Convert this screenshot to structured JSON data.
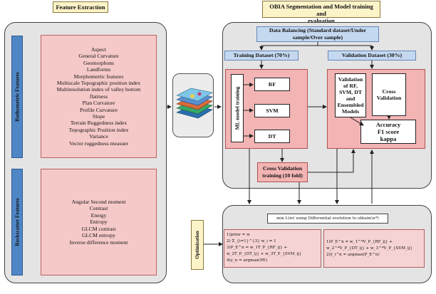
{
  "left": {
    "title": "Feature Extraction",
    "bathymetric_label": "Bathymetric Features",
    "bathymetric_items": [
      "Aspect",
      "General Curvature",
      "Geomorphons",
      "Landforms",
      "Morphometric features",
      "Multiscale Topographic position index",
      "Multiresolution index of valley bottom",
      "flattness",
      "Plan Curvature",
      "Profile Curvature",
      "Slope",
      "Terrain Ruggedness index",
      "Topographic Position index",
      "Variance",
      "Vector ruggedness measuer"
    ],
    "backscatter_label": "Backscatter Features",
    "backscatter_items": [
      "Angular Second moment",
      "Contrast",
      "Energy",
      "Entropy",
      "GLCM contrast",
      "GLCM entropy",
      "Inverse difference moment"
    ]
  },
  "right": {
    "title_line1": "OBIA Segmentation and Model training and",
    "title_line2": "evaluation",
    "balancing_line1": "Data Balancing (Standard dataset/Under",
    "balancing_line2": "sample/Over sample)",
    "training_dataset": "Training Dataset (70%)",
    "validation_dataset": "Validation Dataset (30%)",
    "ml_training": "ML model training",
    "models": [
      "RF",
      "SVM",
      "DT"
    ],
    "validation_models": [
      "Validation",
      "of RF,",
      "SVM, DT",
      "and",
      "Ensembled",
      "Models"
    ],
    "cross_validation": [
      "Cross",
      "Validation"
    ],
    "metrics": [
      "Accuracy",
      "F1 score",
      "kappa"
    ],
    "cv_training_line1": "Cross Validation",
    "cv_training_line2": "training (10 fold)",
    "optimization": "Optimization",
    "objective": "min L(w) using Differential evolution to obtain(w*)",
    "formula_left": [
      "1)prior = w",
      "2) Σ_{i=1}^{3} w_i = 1",
      "3)P_E^n = w_1T_P_{RF_ij} + w_2T_P_{DT_ij} + w_3T_P_{SVM_ij}",
      "4)y_n = argmax(PE)"
    ],
    "formula_right": [
      "1)P_E^n = w_1^*V_P_{RF_ij} + w_2^*V_P_{DT_ij} + w_3^*V_P_{SVM_ij}",
      "2)ŷ_i^n = argmax(P_E^n)"
    ]
  },
  "colors": {
    "panel": "#e4e4e4",
    "sidebar": "#4f86c6",
    "pink": "#f6c9c9",
    "pink_dark": "#f3b4b4",
    "blue_box": "#c4d8f0",
    "yellow_tag": "#fdf3c9"
  },
  "icons": [
    "raster-stack-icon"
  ]
}
